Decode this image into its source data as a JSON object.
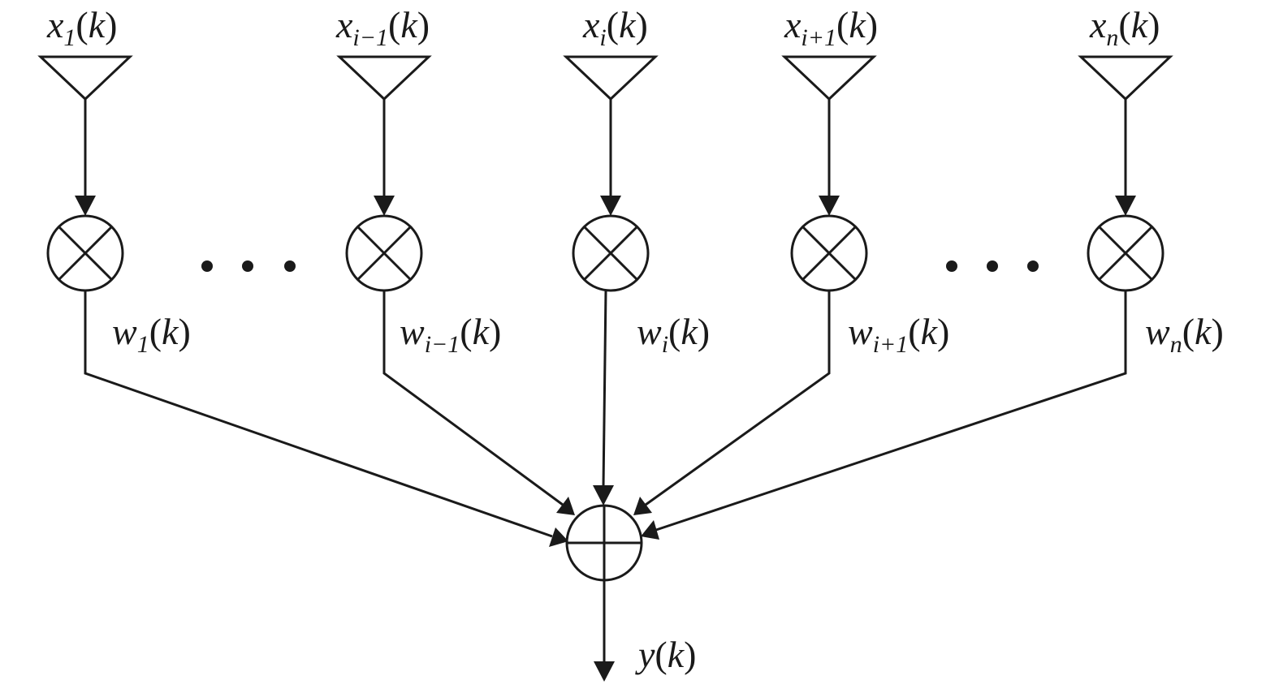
{
  "diagram": {
    "inputs": [
      {
        "var": "x",
        "sub": "1",
        "arg": "k"
      },
      {
        "var": "x",
        "sub": "i−1",
        "arg": "k"
      },
      {
        "var": "x",
        "sub": "i",
        "arg": "k"
      },
      {
        "var": "x",
        "sub": "i+1",
        "arg": "k"
      },
      {
        "var": "x",
        "sub": "n",
        "arg": "k"
      }
    ],
    "weights": [
      {
        "var": "w",
        "sub": "1",
        "arg": "k"
      },
      {
        "var": "w",
        "sub": "i−1",
        "arg": "k"
      },
      {
        "var": "w",
        "sub": "i",
        "arg": "k"
      },
      {
        "var": "w",
        "sub": "i+1",
        "arg": "k"
      },
      {
        "var": "w",
        "sub": "n",
        "arg": "k"
      }
    ],
    "output": {
      "var": "y",
      "arg": "k"
    },
    "ellipsis": "· · ·"
  }
}
